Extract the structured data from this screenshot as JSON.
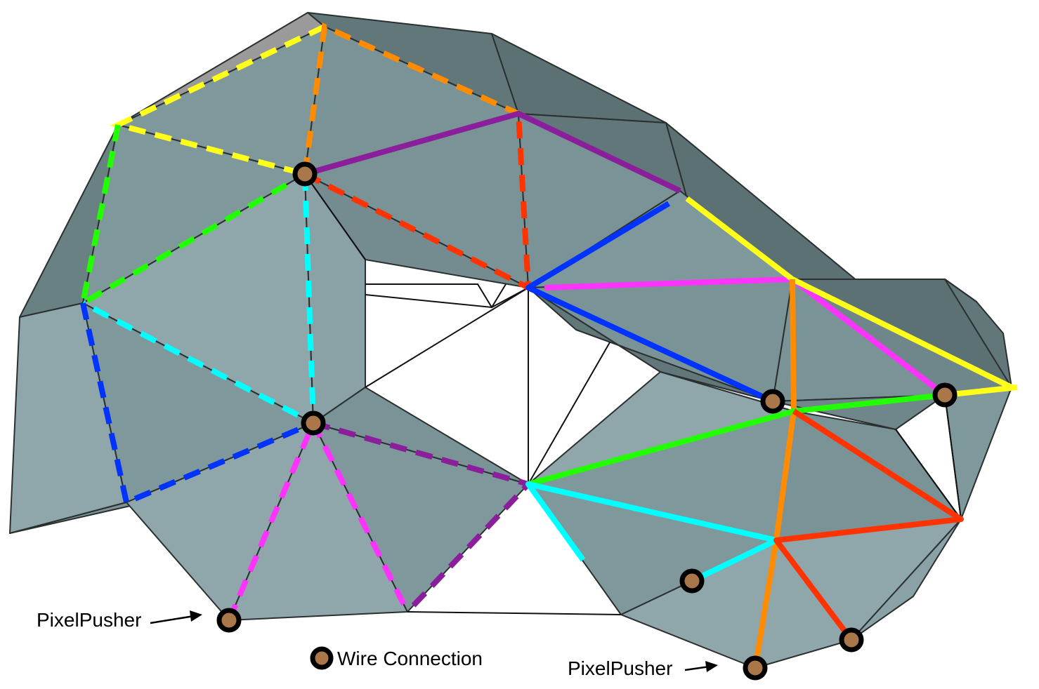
{
  "labels": {
    "pixelpusher_left": "PixelPusher",
    "pixelpusher_right": "PixelPusher",
    "legend_text": "Wire Connection"
  },
  "colors": {
    "panel_light": "#8fa7ab",
    "panel_mid": "#7a9397",
    "panel_dark": "#61777a",
    "panel_edge": "#2a2f30",
    "node_fill": "#a9774a",
    "node_ring": "#000000",
    "wire_yellow": "#ffff1a",
    "wire_orange": "#ff8c00",
    "wire_purple": "#8b1e9a",
    "wire_red": "#ff3300",
    "wire_green": "#22ff00",
    "wire_cyan": "#00ffff",
    "wire_blue": "#0033ff",
    "wire_magenta": "#ff33ff"
  },
  "legend": {
    "icon": "wire-connection-icon"
  }
}
